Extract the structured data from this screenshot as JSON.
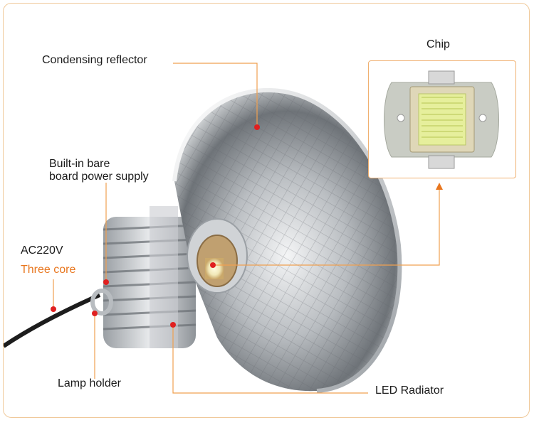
{
  "labels": {
    "condensing_reflector": "Condensing reflector",
    "chip": "Chip",
    "power_supply_line1": "Built-in bare",
    "power_supply_line2": "board power supply",
    "ac_voltage": "AC220V",
    "three_core": "Three core",
    "lamp_holder": "Lamp holder",
    "led_radiator": "LED Radiator"
  },
  "colors": {
    "accent_orange": "#e8761e",
    "frame_border": "#f0c99a",
    "chip_box_border": "#f0b070",
    "marker_red": "#e02020",
    "leader_line": "#f0a050"
  }
}
